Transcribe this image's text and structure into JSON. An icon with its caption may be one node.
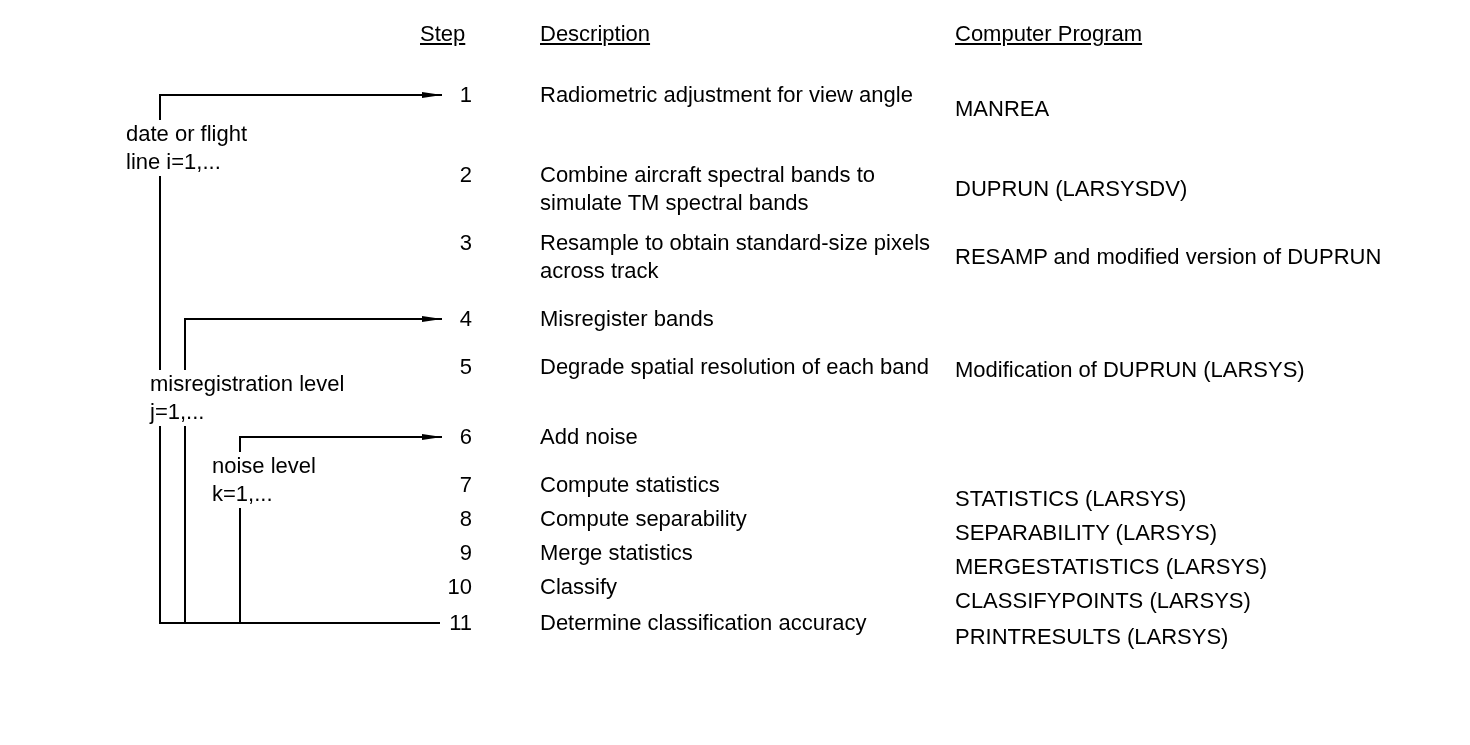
{
  "diagram": {
    "nodes": [
      {
        "text": [
          "1",
          "Radiometric adjustment for view angle",
          "MANREA"
        ]
      },
      {
        "text": [
          "2",
          "Combine aircraft spectral bands to simulate TM spectral bands",
          "DUPRUN (LARSYSDV)"
        ]
      },
      {
        "text": [
          "3",
          "Resample to obtain standard-size pixels across track",
          "RESAMP and modified version of DUPRUN"
        ]
      },
      {
        "text": [
          "4",
          "Misregister bands"
        ]
      },
      {
        "text": [
          "5",
          "Degrade spatial resolution of each band",
          "Modification of DUPRUN (LARSYS)"
        ]
      },
      {
        "text": [
          "6",
          "Add noise"
        ]
      },
      {
        "text": [
          "7",
          "Compute statistics",
          "STATISTICS (LARSYS)"
        ]
      },
      {
        "text": [
          "8",
          "Compute separability",
          "SEPARABILITY (LARSYS)"
        ]
      },
      {
        "text": [
          "9",
          "Merge statistics",
          "MERGESTATISTICS (LARSYS)"
        ]
      },
      {
        "text": [
          "10",
          "Classify",
          "CLASSIFYPOINTS (LARSYS)"
        ]
      },
      {
        "text": [
          "11",
          "Determine classification accuracy",
          "PRINTRESULTS (LARSYS)"
        ]
      }
    ],
    "edges": [
      {
        "from": 10,
        "to": 0,
        "arrow": "to",
        "label": "date or flight line i=1,..."
      },
      {
        "from": 10,
        "to": 3,
        "arrow": "to",
        "label": "misregistration level j=1,..."
      },
      {
        "from": 10,
        "to": 5,
        "arrow": "to",
        "label": "noise level k=1,..."
      }
    ],
    "labels": [
      "Step",
      "Description",
      "Computer Program"
    ]
  }
}
